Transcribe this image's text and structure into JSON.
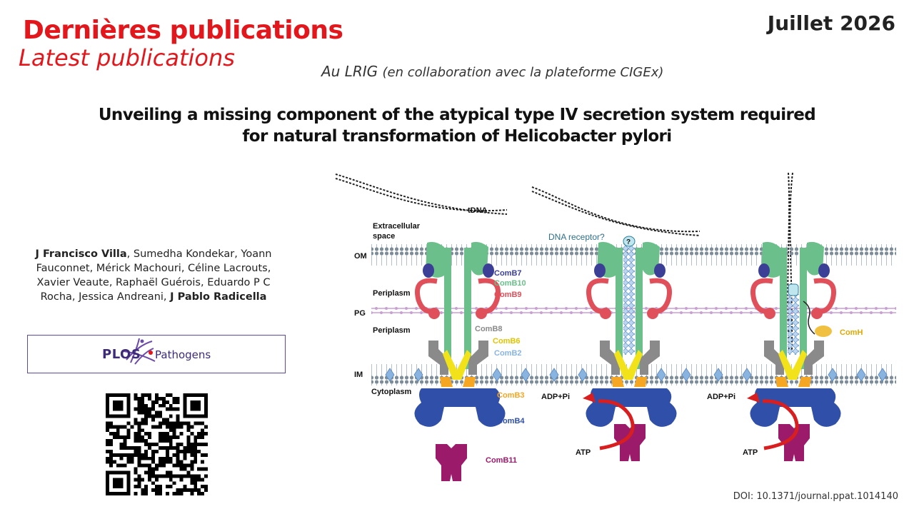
{
  "header": {
    "title_fr": "Dernières publications",
    "title_en": "Latest publications",
    "date": "Juillet 2026"
  },
  "lab": {
    "name": "Au LRIG",
    "collab": "(en collaboration avec la plateforme CIGEx)"
  },
  "paper": {
    "title_line1": "Unveiling a missing component of the atypical type IV secretion system required",
    "title_line2": "for natural transformation of Helicobacter pylori",
    "authors": [
      {
        "name": "J Francisco Villa",
        "bold": true
      },
      {
        "name": "Sumedha Kondekar",
        "bold": false
      },
      {
        "name": "Yoann Fauconnet",
        "bold": false
      },
      {
        "name": "Mérick Machouri",
        "bold": false
      },
      {
        "name": "Céline Lacrouts",
        "bold": false
      },
      {
        "name": "Xavier Veaute",
        "bold": false
      },
      {
        "name": "Raphaël Guérois",
        "bold": false
      },
      {
        "name": "Eduardo P C Rocha",
        "bold": false
      },
      {
        "name": "Jessica Andreani",
        "bold": false
      },
      {
        "name": "J Pablo Radicella",
        "bold": true
      }
    ],
    "journal_word": "PLOS",
    "journal_name": "Pathogens",
    "doi": "DOI: 10.1371/journal.ppat.1014140"
  },
  "figure": {
    "tdna": "tDNA",
    "extracellular": [
      "Extracellular",
      "space"
    ],
    "layers": {
      "om": "OM",
      "periplasm": "Periplasm",
      "pg": "PG",
      "periplasm2": "Periplasm",
      "im": "IM",
      "cytoplasm": "Cytoplasm"
    },
    "dna_receptor": "DNA receptor?",
    "receptor_mark": "?",
    "adp": "ADP+Pi",
    "atp": "ATP",
    "proteins": {
      "comb7": "ComB7",
      "comb10": "ComB10",
      "comb9": "ComB9",
      "comb8": "ComB8",
      "comb6": "ComB6",
      "comb2": "ComB2",
      "comb3": "ComB3",
      "comb4": "ComB4",
      "comb11": "ComB11",
      "comh": "ComH"
    },
    "colors": {
      "comb7": "#3b3f95",
      "comb10": "#6bbf8a",
      "comb9": "#e0505a",
      "comb8": "#8a8a8a",
      "comb6": "#f2e21a",
      "comb2": "#8ab4e0",
      "comb3": "#f5a623",
      "comb4": "#2f4fa8",
      "comb11": "#9b1b6a",
      "comh": "#f0c040",
      "pg": "#c8a0d2",
      "membrane": "#7d8c99",
      "arrow": "#d81e1e"
    }
  }
}
